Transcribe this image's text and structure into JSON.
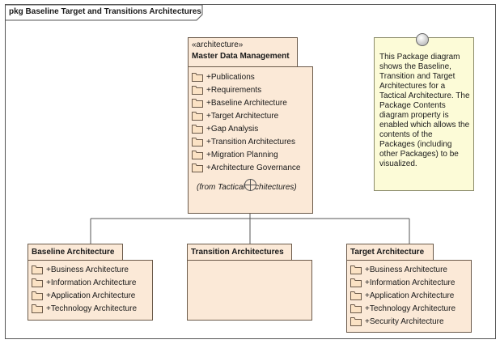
{
  "frame": {
    "title": "pkg Baseline Target and Transitions Architectures"
  },
  "master": {
    "stereotype": "«architecture»",
    "name": "Master Data Management",
    "items": [
      "+Publications",
      "+Requirements",
      "+Baseline Architecture",
      "+Target Architecture",
      "+Gap Analysis",
      "+Transition Architectures",
      "+Migration Planning",
      "+Architecture Governance"
    ],
    "from": "(from Tactical Architectures)"
  },
  "baseline": {
    "name": "Baseline Architecture",
    "items": [
      "+Business Architecture",
      "+Information Architecture",
      "+Application Architecture",
      "+Technology Architecture"
    ]
  },
  "transition": {
    "name": "Transition Architectures"
  },
  "target": {
    "name": "Target Architecture",
    "items": [
      "+Business Architecture",
      "+Information Architecture",
      "+Application Architecture",
      "+Technology Architecture",
      "+Security Architecture"
    ]
  },
  "note": {
    "text": "This Package diagram shows the Baseline, Transition and Target Architectures for a Tactical Architecture. The Package Contents diagram property is enabled which allows the contents of the Packages (including other Packages) to be visualized."
  }
}
